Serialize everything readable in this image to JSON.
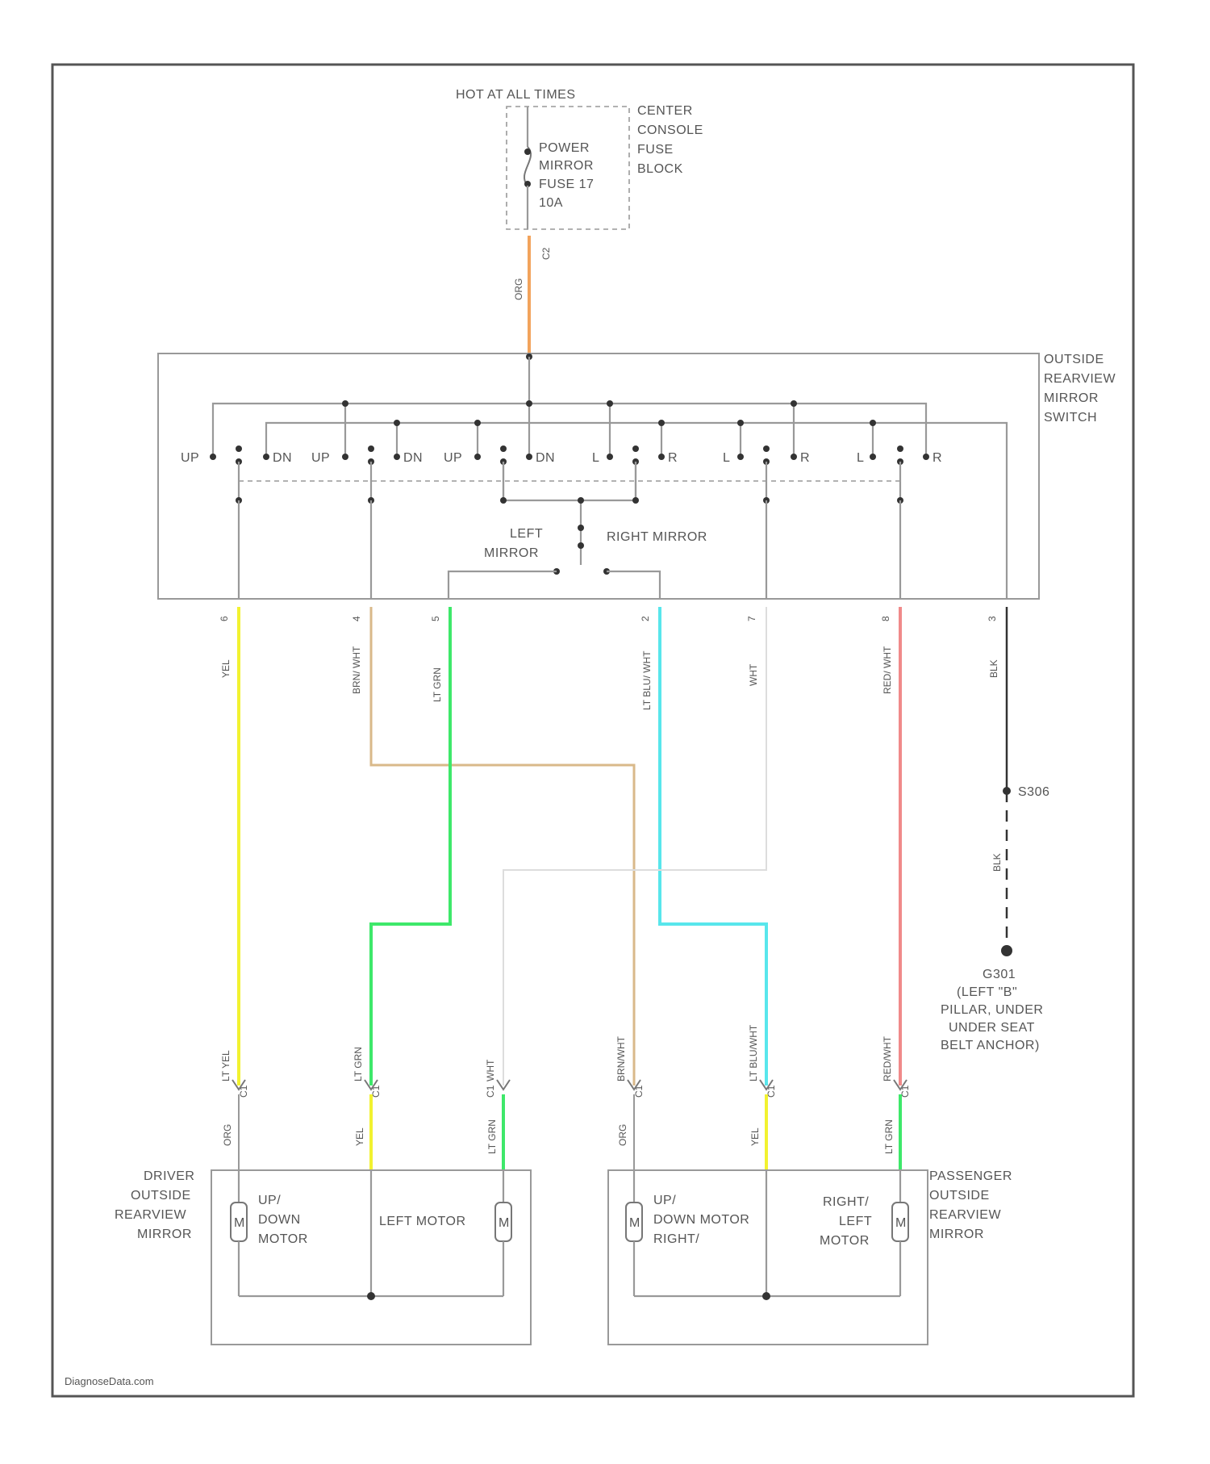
{
  "fuse_block": {
    "header": "HOT AT ALL TIMES",
    "block_name": [
      "CENTER",
      "CONSOLE",
      "FUSE",
      "BLOCK"
    ],
    "fuse_label": [
      "POWER",
      "MIRROR",
      "FUSE 17",
      "10A"
    ]
  },
  "feed_wire": {
    "color_label": "ORG",
    "pin": "C2"
  },
  "switch": {
    "name": [
      "OUTSIDE",
      "REARVIEW",
      "MIRROR",
      "SWITCH"
    ],
    "contacts": [
      "UP",
      "DN",
      "UP",
      "DN",
      "UP",
      "DN",
      "L",
      "R",
      "L",
      "R",
      "L",
      "R"
    ],
    "selector_left": [
      "LEFT",
      "MIRROR"
    ],
    "selector_right": "RIGHT MIRROR"
  },
  "switch_wires": [
    {
      "pin": "6",
      "label": "YEL",
      "color": "#f2f230"
    },
    {
      "pin": "4",
      "label": "BRN/ WHT",
      "color": "#d9b98a"
    },
    {
      "pin": "5",
      "label": "LT GRN",
      "color": "#3ee86a"
    },
    {
      "pin": "2",
      "label": "LT BLU/ WHT",
      "color": "#58e6ec"
    },
    {
      "pin": "7",
      "label": "WHT",
      "color": "#dddddd"
    },
    {
      "pin": "8",
      "label": "RED/ WHT",
      "color": "#f08a8a"
    },
    {
      "pin": "3",
      "label": "BLK",
      "color": "#333333"
    }
  ],
  "ground": {
    "splice": "S306",
    "wire_label": "BLK",
    "location": [
      "G301",
      "(LEFT \"B\"",
      "PILLAR, UNDER",
      "UNDER SEAT",
      "BELT ANCHOR)"
    ]
  },
  "mirror_wires": [
    {
      "label": "LT YEL",
      "pin": "C1",
      "lower_label": "ORG"
    },
    {
      "label": "LT GRN",
      "pin": "C1",
      "lower_label": "YEL"
    },
    {
      "label": "WHT",
      "pin": "C1",
      "lower_label": "LT GRN"
    },
    {
      "label": "BRN/WHT",
      "pin": "C1",
      "lower_label": "ORG"
    },
    {
      "label": "LT BLU/WHT",
      "pin": "C1",
      "lower_label": "YEL"
    },
    {
      "label": "RED/WHT",
      "pin": "C1",
      "lower_label": "LT GRN"
    }
  ],
  "left_mirror": {
    "name": [
      "DRIVER",
      "OUTSIDE",
      "REARVIEW",
      "MIRROR"
    ],
    "motor1": [
      "UP/",
      "DOWN",
      "MOTOR"
    ],
    "motor2": "LEFT MOTOR"
  },
  "right_mirror": {
    "name": [
      "PASSENGER",
      "OUTSIDE",
      "REARVIEW",
      "MIRROR"
    ],
    "motor1": [
      "UP/",
      "DOWN MOTOR",
      "RIGHT/"
    ],
    "motor2": [
      "RIGHT/",
      "LEFT",
      "MOTOR"
    ]
  },
  "motor_symbol": "M",
  "watermark": "DiagnoseData.com"
}
